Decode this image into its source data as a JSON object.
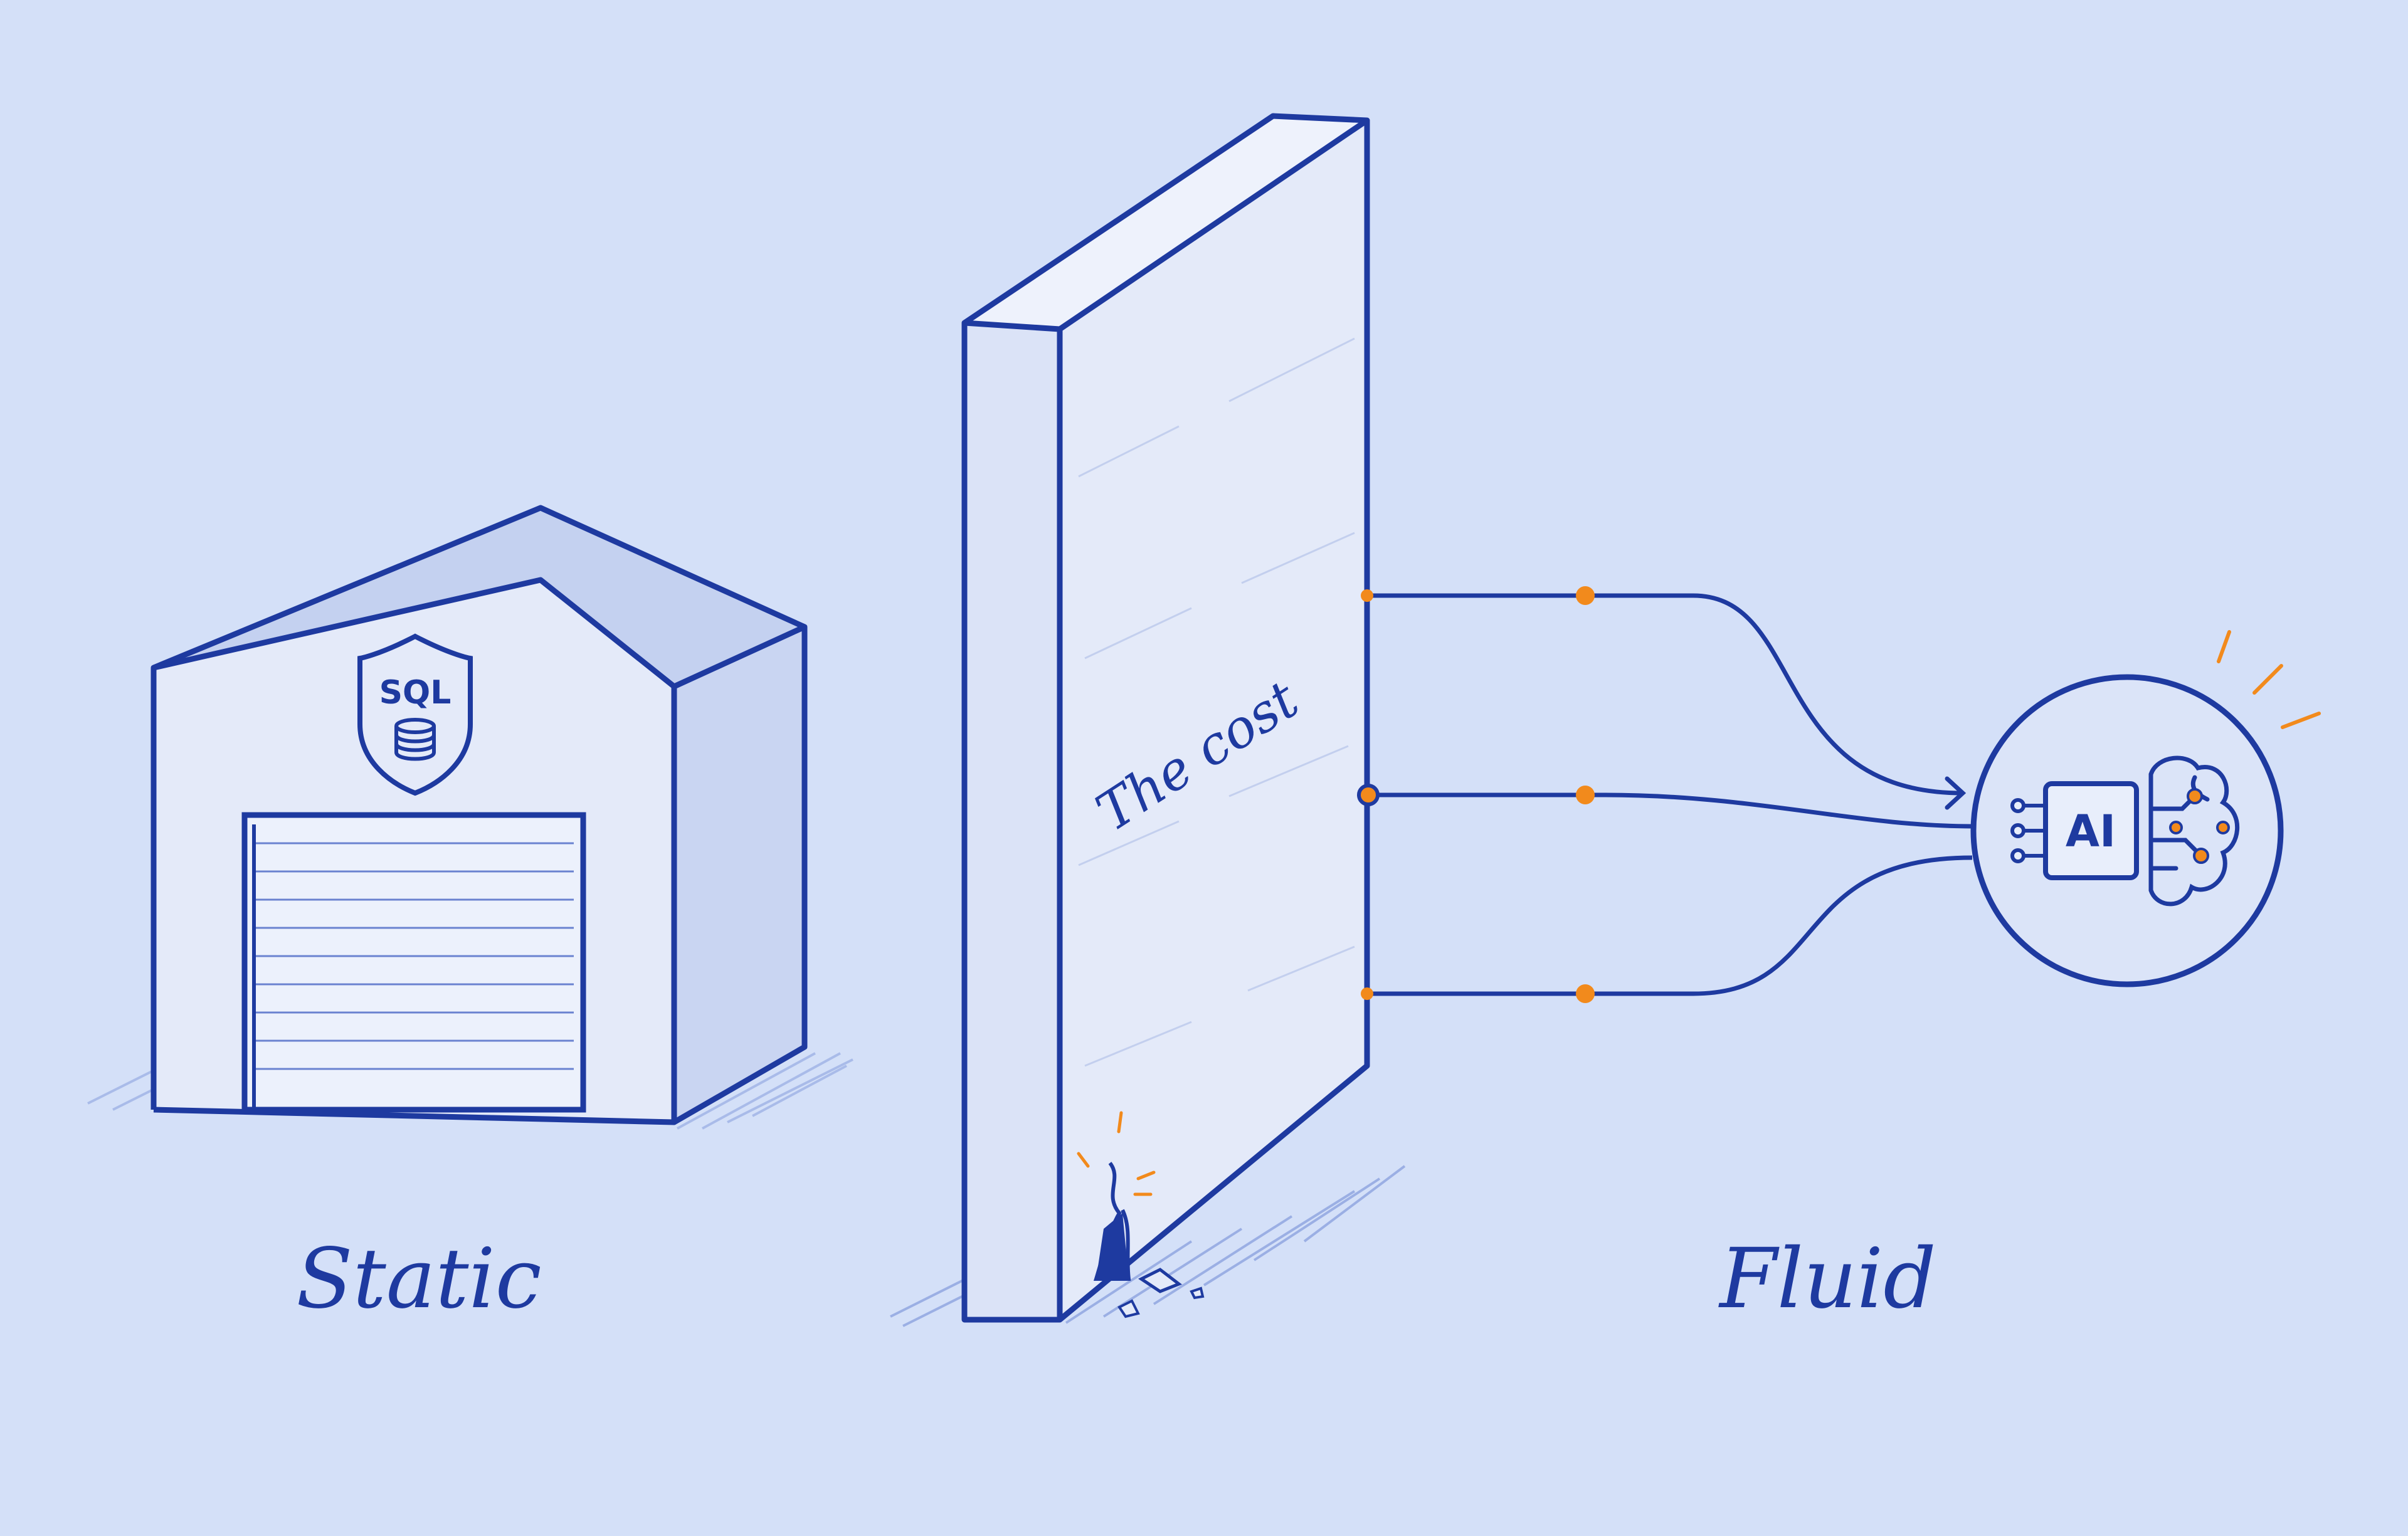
{
  "warehouse": {
    "badge_label": "SQL",
    "caption": "Static"
  },
  "wall": {
    "label": "The cost"
  },
  "ai_node": {
    "chip_label": "AI",
    "caption": "Fluid"
  },
  "colors": {
    "background": "#d4e0f8",
    "ink": "#1e3aa0",
    "surface": "#e4eaf9",
    "shade": "#c9d5f2",
    "accent": "#f28a1c"
  },
  "icons": [
    "shield-icon",
    "database-icon",
    "brain-icon",
    "arrow-icon",
    "spark-icon",
    "crack-icon"
  ]
}
